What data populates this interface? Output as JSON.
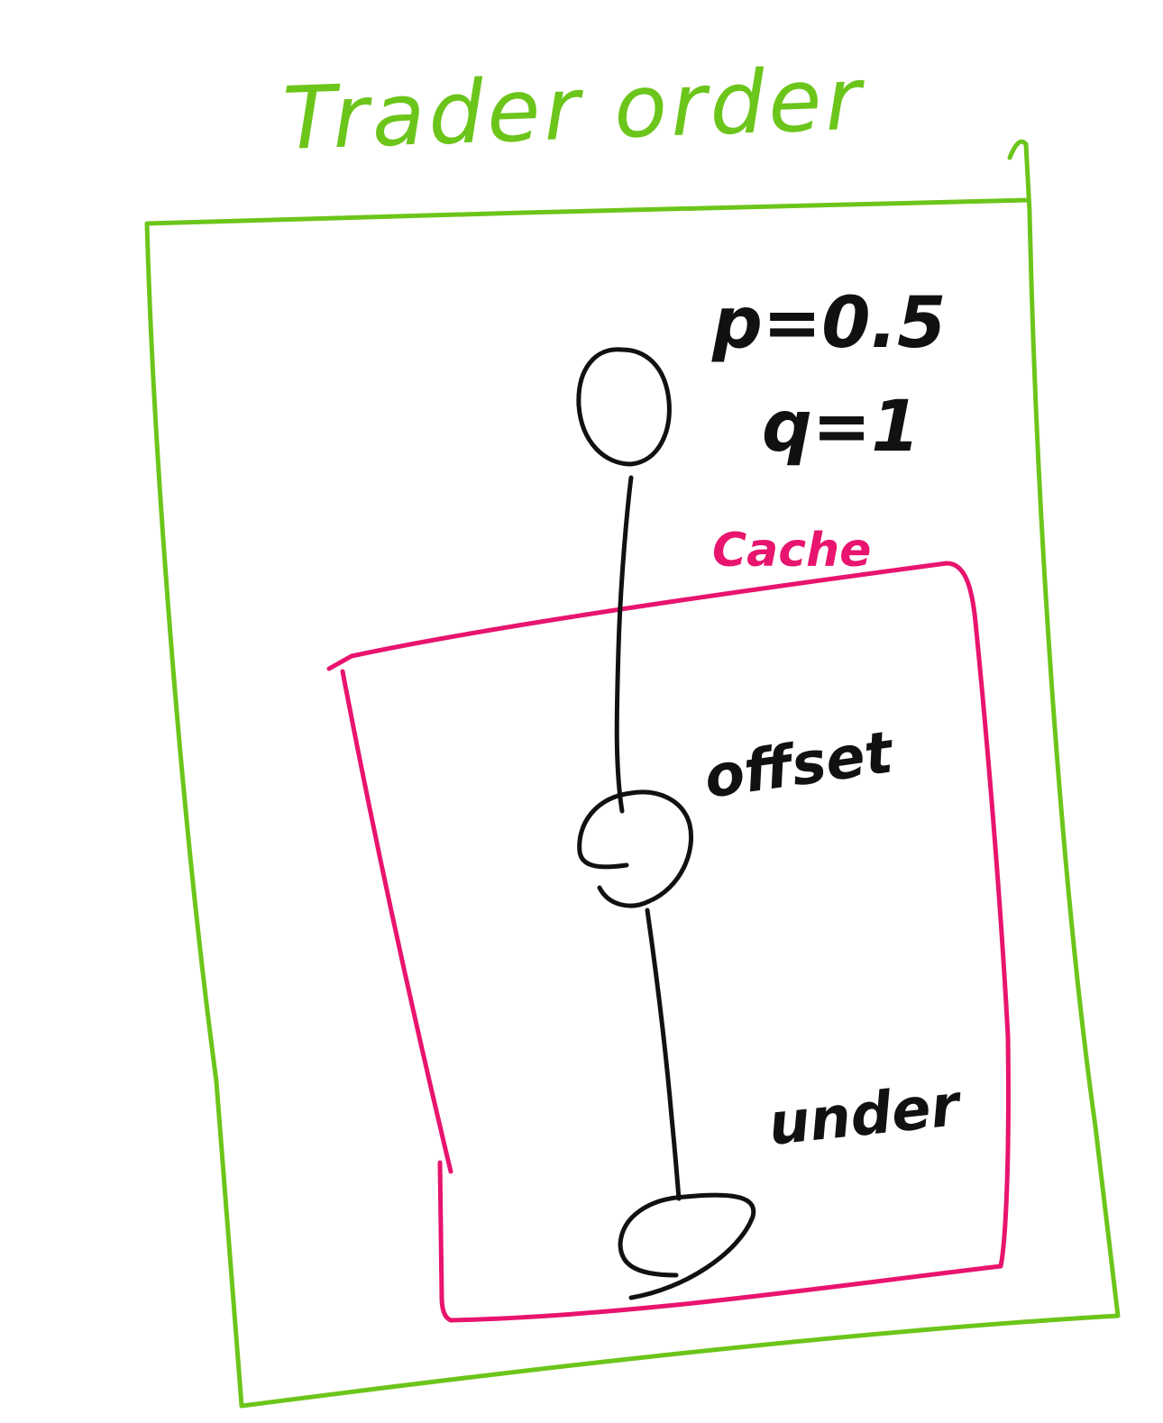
{
  "title": "Trader order",
  "params": {
    "p": "p=0.5",
    "q": "q=1"
  },
  "cache_label": "Cache",
  "node_labels": {
    "offset": "offset",
    "under": "under"
  },
  "colors": {
    "outer_frame": "#6cc51a",
    "cache_frame": "#e8146e",
    "ink": "#111111",
    "background": "#ffffff"
  }
}
